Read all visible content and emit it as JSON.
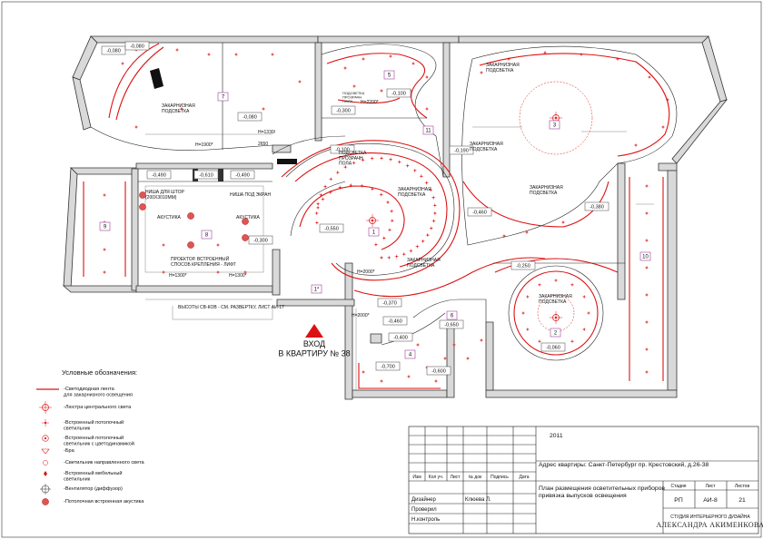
{
  "plan": {
    "levels": [
      "-0,080",
      "-0,080",
      "-0,300",
      "-0,100",
      "-0,080",
      "-0,100",
      "-0,490",
      "-0,610",
      "-0,490",
      "-0,550",
      "-0,300",
      "-0,370",
      "-0,460",
      "-0,650",
      "-0,400",
      "-0,700",
      "-0,380",
      "-0,250",
      "-0,060",
      "-0,460",
      "-0,600",
      "-0,190"
    ],
    "rooms": [
      "7",
      "5",
      "11",
      "3",
      "9",
      "8",
      "1",
      "1*",
      "2",
      "10",
      "6",
      "4"
    ],
    "annotations": {
      "podsvetka_7": "ЗАКАРНИЗНАЯ\nПОДСВЕТКА",
      "podsvetka_3a": "ЗАКАРНИЗНАЯ\nПОДСВЕТКА",
      "podsvetka_3b": "ЗАКАРНИЗНАЯ\nПОДСВЕТКА",
      "podsvetka_3c": "ЗАКАРНИЗНАЯ\nПОДСВЕТКА",
      "podsvetka_1": "ЗАКАРНИЗНАЯ\nПОДСВЕТКА",
      "podsvetka_1b": "ЗАКАРНИЗНАЯ\nПОДСВЕТКА",
      "podsvetka_2": "ЗАКАРНИЗНАЯ\nПОДСВЕТКА",
      "podsvetka_pol": "ПОДСВЕТКА\nПРОЗРАЧН\nПОЛА",
      "podsvetka_pol5": "ПОДСВЕТКА\nПРОЗРАЧН\nПОЛА",
      "nisha_shtor": "НИША ДЛЯ ШТОР\n(200Х3010ММ)",
      "nisha_ekran": "НИША ПОД ЭКРАН",
      "akustika_1": "АКУСТИКА",
      "akustika_2": "АКУСТИКА",
      "proektor": "ПРОЕКТОР. ВСТРОЕННЫЙ\nСПОСОБ КРЕПЛЕНИЯ - ЛИФТ",
      "vysoty": "ВЫСОТЫ СВ-КОВ - СМ. РАЗВЕРТКУ, ЛИСТ АИ-17",
      "h1900": "H=1900*",
      "h1330": "H=1330/",
      "h2650": "2650",
      "h2200": "H=2200*",
      "h1300a": "H=1300*",
      "h1300b": "H=1300*",
      "h2000a": "H=2000*",
      "h2000b": "H=2000*"
    },
    "entrance": "ВХОД\nВ КВАРТИРУ № 38"
  },
  "legend": {
    "title": "Условные обозначения:",
    "items": [
      "-Светодиодная лента\nдля закарнизного освещения",
      "-Люстра центрального света",
      "-Встроенный потолочный\nсветильник",
      "-Встроенный потолочный\nсветильник с цветодинамикой",
      "-Бра",
      "-Светильник направленного света",
      "-Встроенный мебельный\nсветильник",
      "-Вентилятор (диффузор)",
      "-Потолочная встроенная акустика"
    ]
  },
  "title_block": {
    "year": "2011",
    "address": "Адрес квартиры: Санкт-Петербург пр. Крестовский, д.26-38",
    "headers": [
      "Изм",
      "Кол уч.",
      "Лист",
      "№ док",
      "Подпись",
      "Дата"
    ],
    "sheet_title": "План размещения осветительных приборов\nпривязка выпусков освещения",
    "stage_label": "Стадия",
    "sheet_label": "Лист",
    "sheets_label": "Листов",
    "stage": "РП",
    "sheet": "АИ-8",
    "sheets": "21",
    "roles": [
      "Дизайнер",
      "Проверил",
      "Н.контроль"
    ],
    "designer": "Клюева Л.",
    "studio_small": "СТУДИЯ ИНТЕРЬЕРНОГО ДИЗАЙНА",
    "studio": "АЛЕКСАНДРА АКИМЕНКОВА"
  },
  "colors": {
    "accent": "#d11111",
    "wall": "#d9d9d9",
    "room_label": "#a040a0"
  }
}
